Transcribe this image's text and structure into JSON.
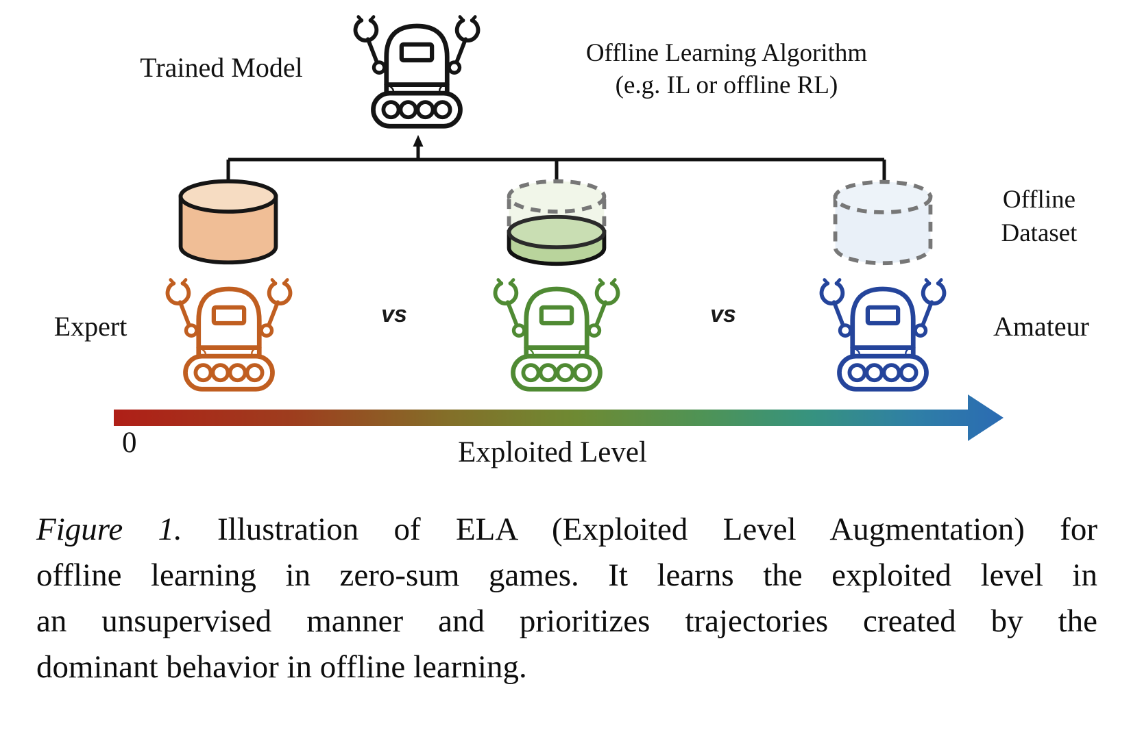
{
  "figure": {
    "trained_model": "Trained Model",
    "algorithm": [
      "Offline Learning Algorithm",
      "(e.g. IL or offline RL)"
    ],
    "offline_dataset": [
      "Offline",
      "Dataset"
    ],
    "expert": "Expert",
    "amateur": "Amateur",
    "vs": [
      "vs",
      "vs"
    ],
    "axis": {
      "origin": "0",
      "label": "Exploited Level"
    }
  },
  "caption": {
    "figure_label": "Figure 1.",
    "lines": [
      "Illustration of ELA (Exploited Level Augmentation) for",
      "offline learning in zero-sum games. It learns the exploited level in",
      "an unsupervised manner and prioritizes trajectories created by the",
      "dominant behavior in offline learning."
    ]
  },
  "colors": {
    "trained_robot": "#141414",
    "expert_robot": "#c05e20",
    "mid_robot": "#4f8a33",
    "amateur_robot": "#24449b",
    "expert_dataset_fill": "#f0be96",
    "expert_dataset_top": "#f6dcc2",
    "mid_dataset_fill": "#b9d49c",
    "mid_dataset_empty": "#f1f6e9",
    "amateur_dataset_fill": "#e9f0f8",
    "dashed_outline": "#777777",
    "gradient_start": "#af1f17",
    "gradient_end": "#2b6bb3"
  }
}
